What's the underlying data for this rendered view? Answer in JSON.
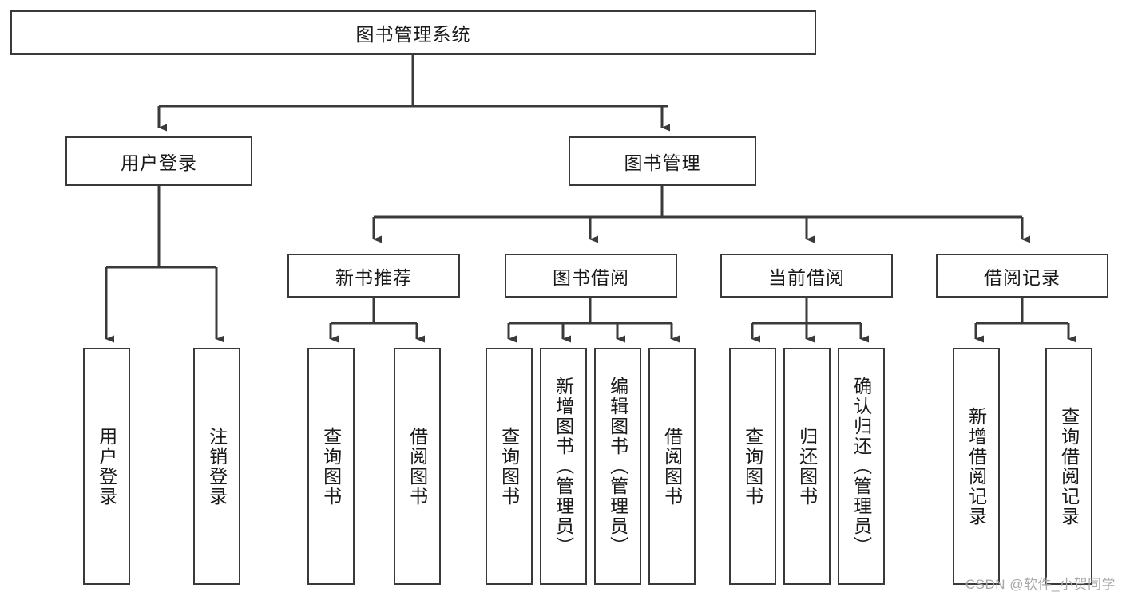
{
  "diagram": {
    "title": "图书管理系统",
    "type": "tree-hierarchy",
    "root": {
      "label": "图书管理系统"
    },
    "level2": [
      {
        "label": "用户登录"
      },
      {
        "label": "图书管理"
      }
    ],
    "level3": [
      {
        "label": "新书推荐"
      },
      {
        "label": "图书借阅"
      },
      {
        "label": "当前借阅"
      },
      {
        "label": "借阅记录"
      }
    ],
    "leaves": {
      "user_login": [
        {
          "label": "用户登录"
        },
        {
          "label": "注销登录"
        }
      ],
      "new_book_recommend": [
        {
          "label": "查询图书"
        },
        {
          "label": "借阅图书"
        }
      ],
      "book_borrow": [
        {
          "label": "查询图书"
        },
        {
          "label": "新增图书（管理员）"
        },
        {
          "label": "编辑图书（管理员）"
        },
        {
          "label": "借阅图书"
        }
      ],
      "current_borrow": [
        {
          "label": "查询图书"
        },
        {
          "label": "归还图书"
        },
        {
          "label": "确认归还（管理员）"
        }
      ],
      "borrow_record": [
        {
          "label": "新增借阅记录"
        },
        {
          "label": "查询借阅记录"
        }
      ]
    }
  },
  "watermark": {
    "text": "CSDN @软件_小贺同学"
  },
  "colors": {
    "border": "#3a3a3a",
    "background": "#ffffff",
    "text": "#1a1a1a",
    "watermark": "#a8a8a8"
  }
}
